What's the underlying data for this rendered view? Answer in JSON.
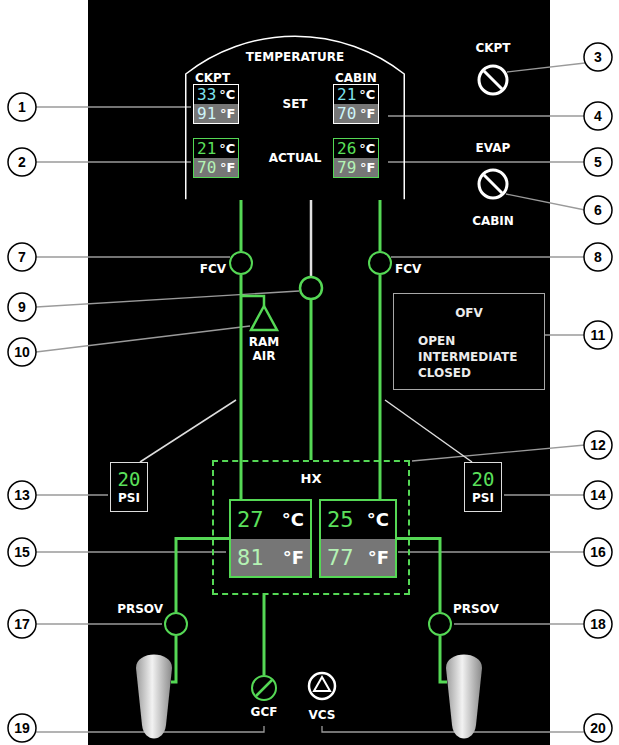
{
  "diagram": {
    "nodes": [
      {
        "text": [
          "TEMPERATURE",
          "CKPT",
          "CABIN",
          "SET",
          "ACTUAL"
        ]
      },
      {
        "text": [
          "33",
          "°C",
          "91",
          "°F"
        ],
        "in": 0
      },
      {
        "text": [
          "21",
          "°C",
          "70",
          "°F"
        ],
        "in": 0
      },
      {
        "text": [
          "21",
          "°C",
          "70",
          "°F"
        ],
        "in": 0
      },
      {
        "text": [
          "26",
          "°C",
          "79",
          "°F"
        ],
        "in": 0
      },
      {
        "text": [
          "FCV"
        ]
      },
      {
        "text": [
          "FCV"
        ]
      },
      {
        "text": [
          "OFV",
          "OPEN",
          "INTERMEDIATE",
          "CLOSED"
        ]
      },
      {
        "text": [
          "20",
          "PSI"
        ]
      },
      {
        "text": [
          "HX"
        ]
      },
      {
        "text": [
          "27",
          "°C",
          "81",
          "°F"
        ],
        "in": 9
      },
      {
        "text": [
          "25",
          "°C",
          "77",
          "°F"
        ],
        "in": 9
      },
      {
        "text": [
          "20",
          "PSI"
        ]
      },
      {
        "text": [
          "PRSOV"
        ]
      },
      {
        "text": [
          "PRSOV"
        ]
      },
      {
        "text": [
          "GCF"
        ]
      }
    ],
    "edges": [
      {
        "from": 0,
        "to": 5,
        "arrow": "none"
      },
      {
        "from": 5,
        "to": 10,
        "arrow": "none"
      },
      {
        "from": 0,
        "to": 6,
        "arrow": "none"
      },
      {
        "from": 6,
        "to": 11,
        "arrow": "none"
      },
      {
        "from": 10,
        "to": 13,
        "arrow": "none"
      },
      {
        "from": 11,
        "to": 14,
        "arrow": "none"
      },
      {
        "from": 9,
        "to": 15,
        "arrow": "none"
      }
    ],
    "labels": [
      "1",
      "2",
      "3",
      "4",
      "5",
      "6",
      "7",
      "8",
      "9",
      "10",
      "11",
      "12",
      "13",
      "14",
      "15",
      "16",
      "17",
      "18",
      "19",
      "20",
      "CKPT",
      "EVAP",
      "CABIN",
      "RAM AIR",
      "VCS"
    ]
  }
}
